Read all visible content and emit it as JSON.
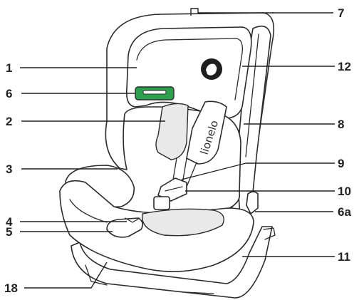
{
  "labels": {
    "l1": "1",
    "l2": "2",
    "l3": "3",
    "l4": "4",
    "l5": "5",
    "l6": "6",
    "l6a": "6a",
    "l7": "7",
    "l8": "8",
    "l9": "9",
    "l10": "10",
    "l11": "11",
    "l12": "12",
    "l18": "18"
  },
  "brand_text": "lionelo",
  "colors": {
    "indicator": "#2e9e4f",
    "outline": "#2b2b2b",
    "shade": "#e9e9e9"
  }
}
